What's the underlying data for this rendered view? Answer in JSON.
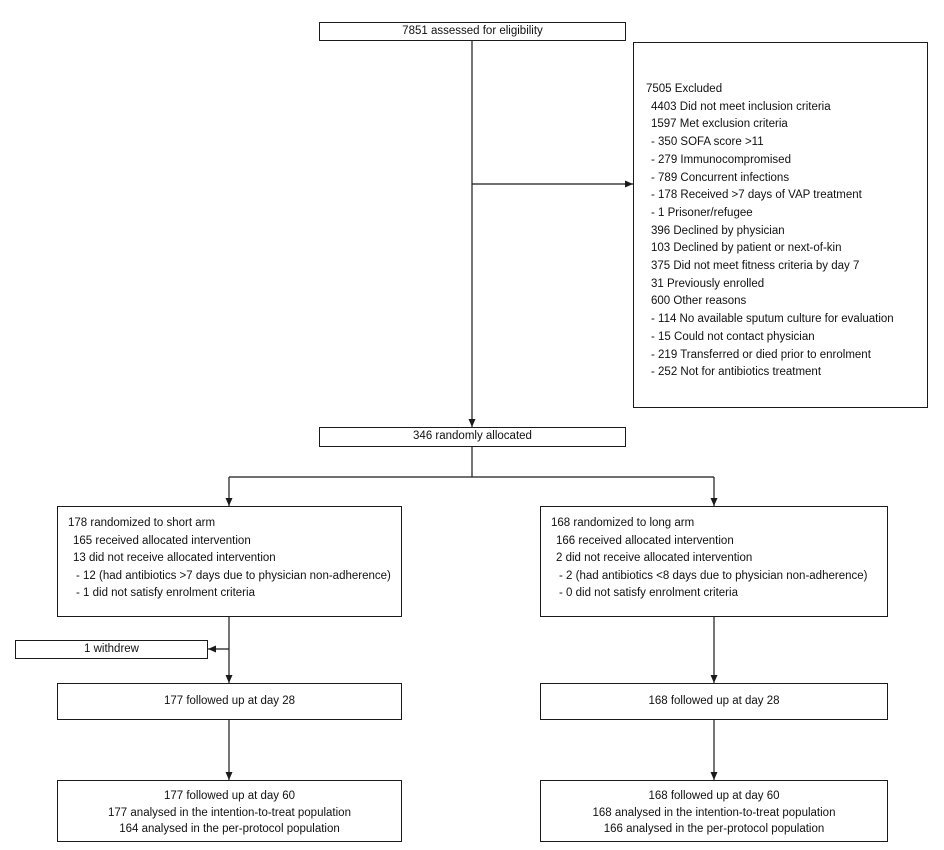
{
  "colors": {
    "background": "#ffffff",
    "box_border": "#1a1a1a",
    "text": "#111111",
    "connector": "#1a1a1a"
  },
  "flowchart": {
    "eligibility": {
      "text": "7851 assessed for eligibility"
    },
    "excluded": {
      "lines": [
        "7505 Excluded",
        "4403 Did not meet inclusion criteria",
        "1597 Met exclusion criteria",
        "- 350 SOFA score >11",
        "- 279 Immunocompromised",
        "- 789 Concurrent infections",
        "- 178 Received >7 days of VAP treatment",
        "- 1 Prisoner/refugee",
        "396 Declined by physician",
        "103 Declined by patient or next-of-kin",
        "375 Did not meet fitness criteria by day 7",
        "31 Previously enrolled",
        "600 Other reasons",
        "- 114 No available sputum culture for evaluation",
        "- 15 Could not contact physician",
        "- 219 Transferred or died prior to enrolment",
        "- 252 Not for antibiotics treatment"
      ]
    },
    "allocated": {
      "text": "346 randomly allocated"
    },
    "short_arm": {
      "lines": [
        "178 randomized to short arm",
        "165 received allocated intervention",
        "13 did not receive allocated intervention",
        "- 12 (had antibiotics >7 days due to physician non-adherence)",
        "- 1 did not satisfy enrolment criteria"
      ]
    },
    "long_arm": {
      "lines": [
        "168 randomized to long arm",
        "166 received allocated intervention",
        "2 did not receive allocated intervention",
        "- 2 (had antibiotics <8 days due to physician non-adherence)",
        "- 0 did not satisfy enrolment criteria"
      ]
    },
    "withdrew": {
      "text": "1 withdrew"
    },
    "short_day28": {
      "text": "177 followed up at day 28"
    },
    "long_day28": {
      "text": "168 followed up at day 28"
    },
    "short_day60": {
      "lines": [
        "177 followed up at day 60",
        "177 analysed in the intention-to-treat population",
        "164 analysed in the per-protocol population"
      ]
    },
    "long_day60": {
      "lines": [
        "168 followed up at day 60",
        "168 analysed in the intention-to-treat population",
        "166 analysed in the per-protocol population"
      ]
    }
  }
}
